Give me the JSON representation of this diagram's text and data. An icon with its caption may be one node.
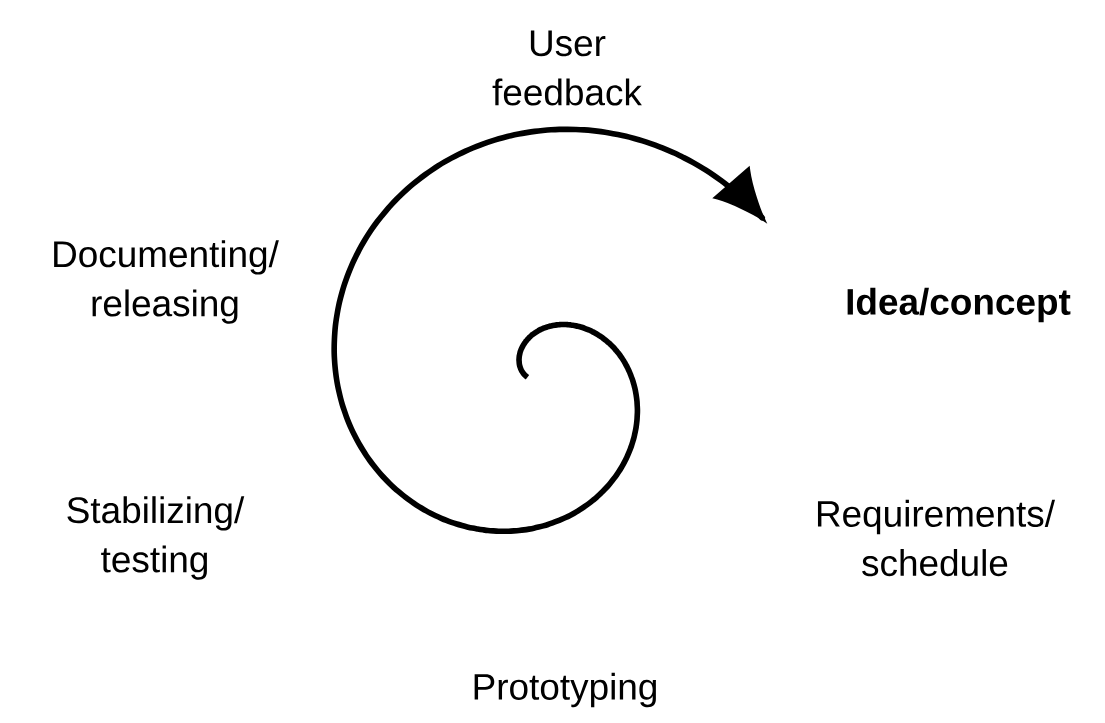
{
  "diagram": {
    "labels": [
      "User feedback",
      "Documenting/ releasing",
      "Idea/concept",
      "Stabilizing/ testing",
      "Requirements/ schedule",
      "Prototyping"
    ]
  }
}
